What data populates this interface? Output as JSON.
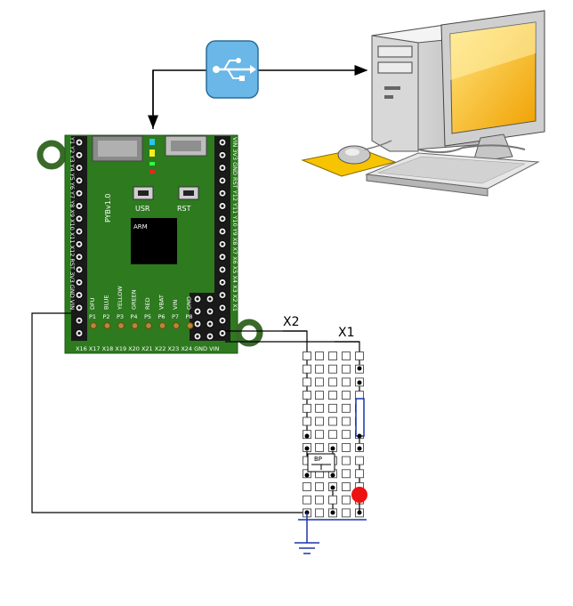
{
  "board": {
    "model": "PYBv1.0",
    "chip": "ARM",
    "usr_label": "USR",
    "rst_label": "RST",
    "led_labels": [
      "DFU",
      "BLUE",
      "YELLOW",
      "GREEN",
      "RED",
      "VBAT",
      "VIN",
      "GND"
    ],
    "bottom_pins": [
      "P1",
      "P2",
      "P3",
      "P4",
      "P5",
      "P6",
      "P7",
      "P8"
    ],
    "left_pins": "Y1  Y2  Y3  Y4  Y5  Y6  Y7  Y8  X9  X10  X11  X12  RST  3V3  GND  VIN",
    "right_pins": "VIN 3V3 GND RST Y12 Y11 Y10 Y9  X8  X7  X6  X5  X4  X3  X2  X1",
    "bottom_edge": "X16 X17 X18 X19 X20 X21 X22 X23 X24 GND VIN",
    "colors": {
      "pcb": "#2d7a1f",
      "header": "#1a1a1a",
      "ring": "#3a6a2a"
    }
  },
  "labels": {
    "x1": "X1",
    "x2": "X2",
    "button": "BP"
  },
  "icons": {
    "usb": "usb-icon",
    "computer": "desktop-computer-icon",
    "ground": "ground-icon"
  },
  "colors": {
    "usb_box": "#6ab7e8",
    "resistor": "#1a35a8",
    "led": "#ee1111",
    "wire": "#000000"
  }
}
